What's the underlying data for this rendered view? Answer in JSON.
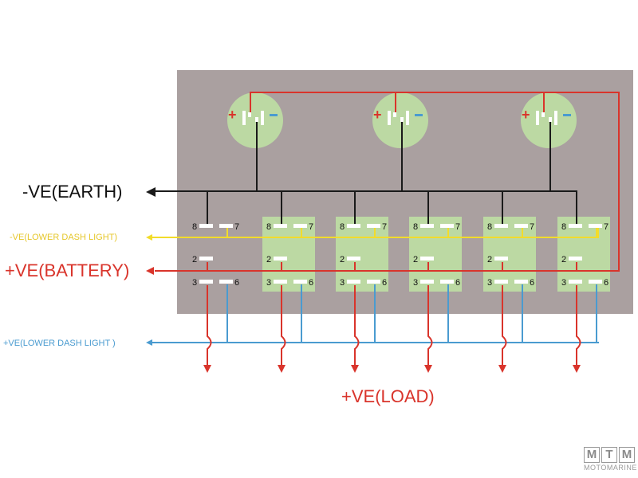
{
  "labels": {
    "earth": "-VE(EARTH)",
    "lower_dash_neg": "-VE(LOWER DASH LIGHT)",
    "battery": "+VE(BATTERY)",
    "lower_dash_pos": "+VE(LOWER DASH LIGHT )",
    "load": "+VE(LOAD)"
  },
  "pin_labels": {
    "p8": "8",
    "p7": "7",
    "p2": "2",
    "p3": "3",
    "p6": "6"
  },
  "breaker_signs": {
    "plus": "+",
    "minus": "-"
  },
  "watermark": {
    "letters": [
      "M",
      "T",
      "M"
    ],
    "brand": "MOTOMARINE"
  },
  "colors": {
    "panel": "#aaa0a0",
    "red_wire": "#d9342b",
    "black_wire": "#1a1a1a",
    "yellow_wire": "#f2dc2a",
    "blue_wire": "#4a9bd0",
    "green_pad": "#bcd9a3"
  },
  "switch_count": 6,
  "breaker_count": 3
}
